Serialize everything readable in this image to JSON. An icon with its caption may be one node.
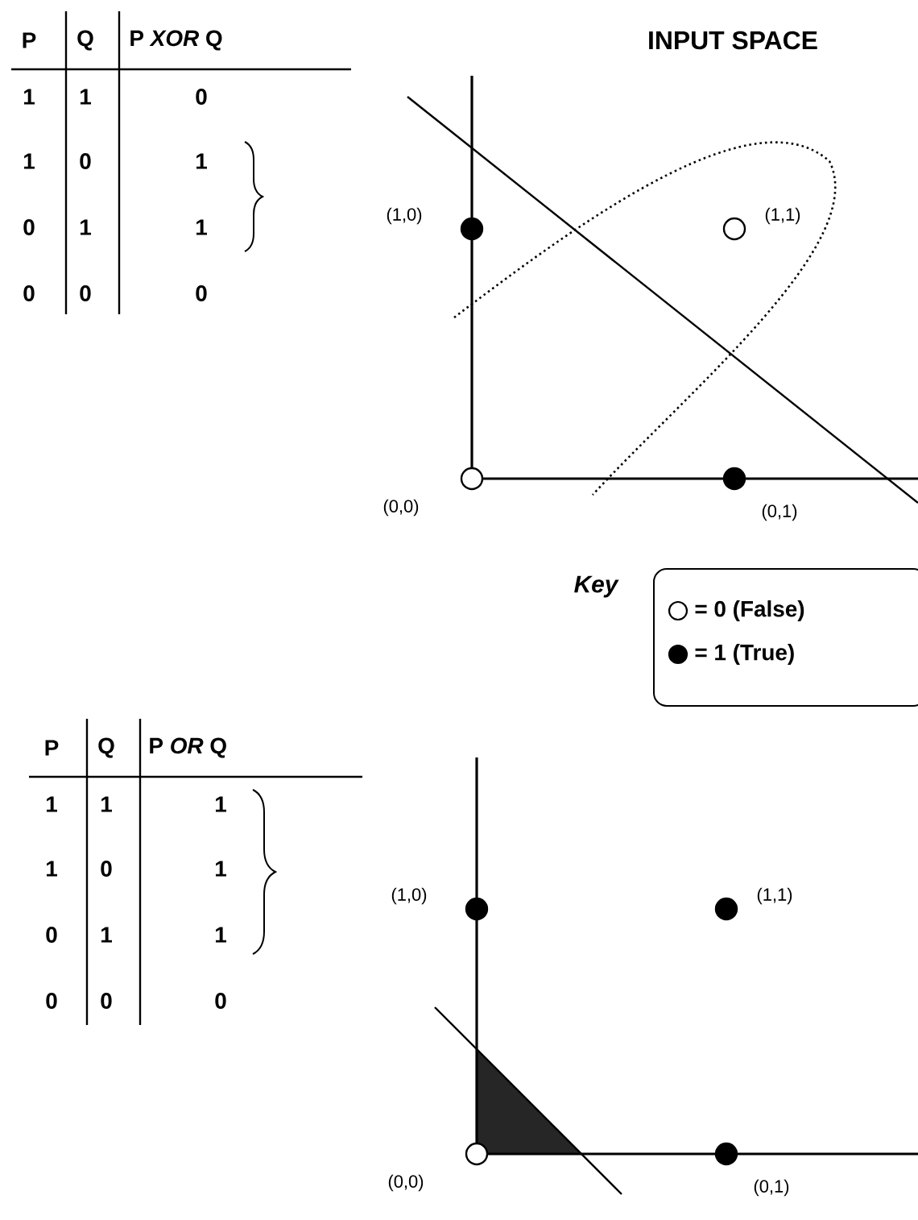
{
  "diagram": {
    "title": "INPUT SPACE",
    "labels": [
      "P",
      "Q",
      "P *XOR* Q",
      "1",
      "1",
      "0",
      "1",
      "0",
      "1",
      "0",
      "1",
      "1",
      "0",
      "0",
      "0",
      "(1,0)",
      "(1,1)",
      "(0,0)",
      "(0,1)",
      "Key",
      "P",
      "Q",
      "P *OR* Q",
      "1",
      "1",
      "1",
      "1",
      "0",
      "1",
      "0",
      "1",
      "1",
      "0",
      "0",
      "0",
      "(1,0)",
      "(1,1)",
      "(0,0)",
      "(0,1)"
    ],
    "legend": [
      {
        "text": "= 0 (False)"
      },
      {
        "text": "= 1 (True)"
      }
    ]
  }
}
